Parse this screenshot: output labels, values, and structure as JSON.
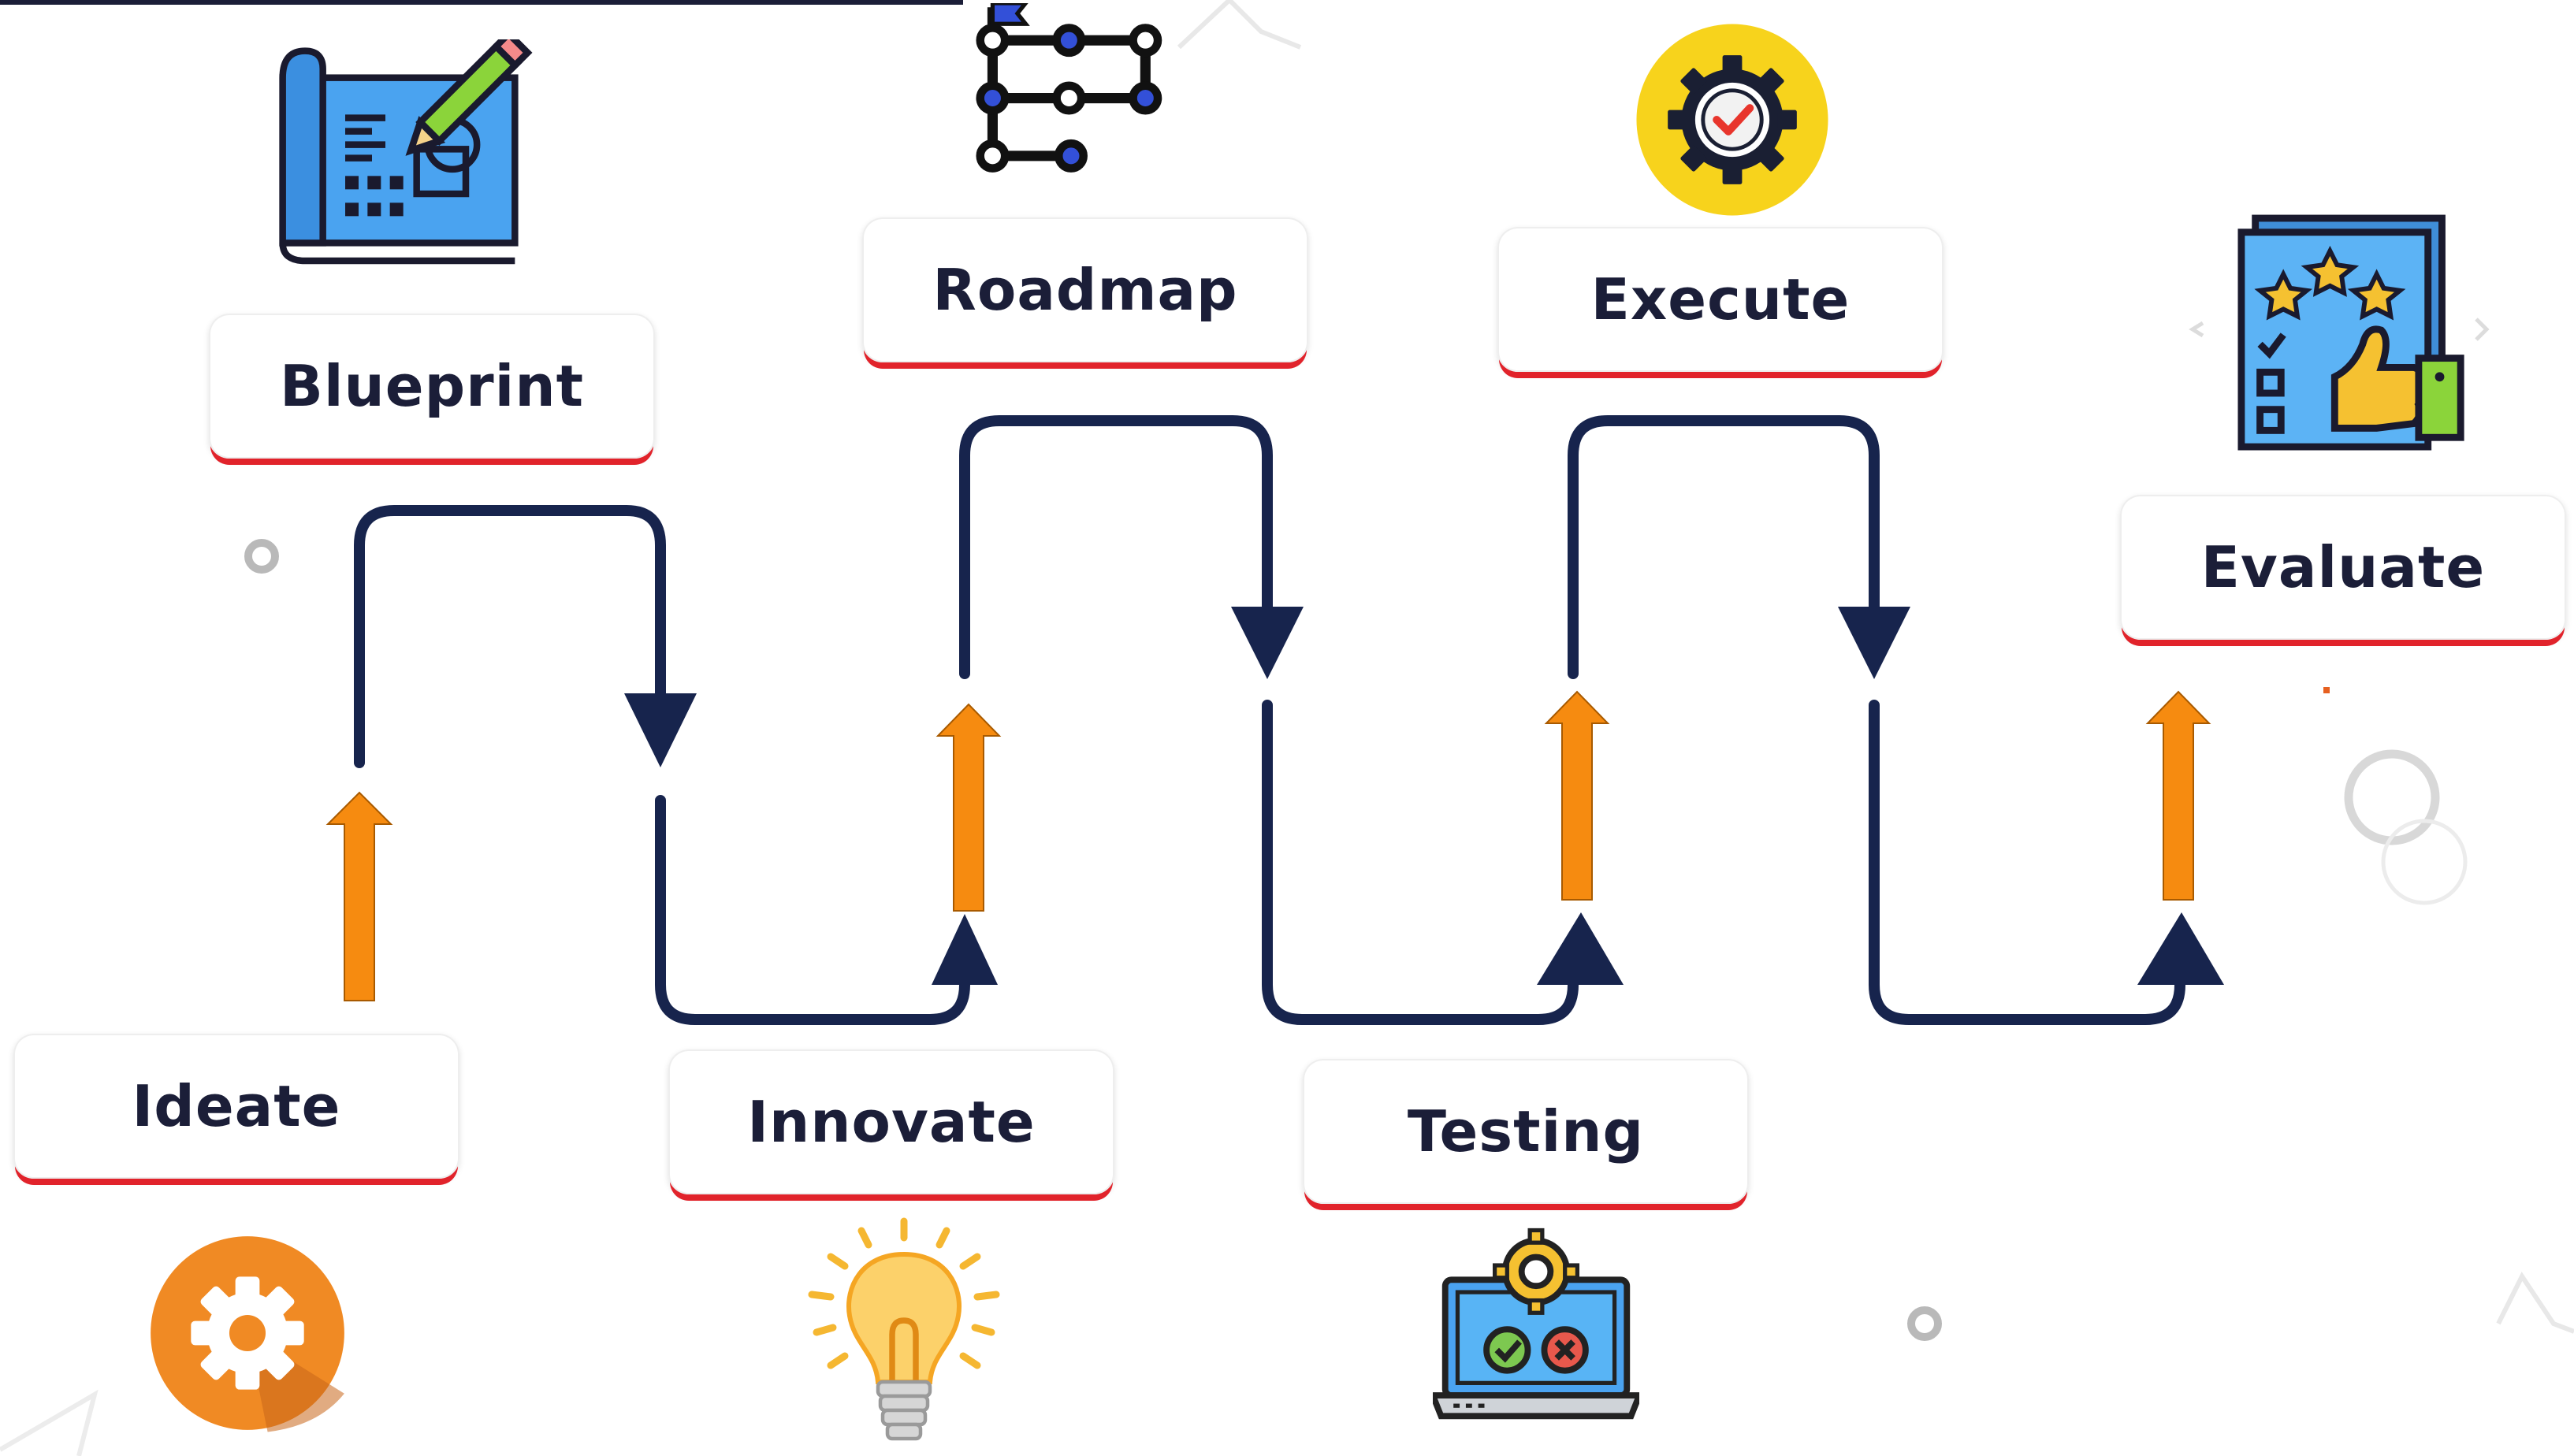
{
  "steps": [
    {
      "label": "Ideate",
      "icon": "gear-icon"
    },
    {
      "label": "Blueprint",
      "icon": "blueprint-icon"
    },
    {
      "label": "Innovate",
      "icon": "lightbulb-icon"
    },
    {
      "label": "Roadmap",
      "icon": "roadmap-icon"
    },
    {
      "label": "Testing",
      "icon": "laptop-testing-icon"
    },
    {
      "label": "Execute",
      "icon": "gear-check-icon"
    },
    {
      "label": "Evaluate",
      "icon": "rating-thumbs-up-icon"
    }
  ],
  "colors": {
    "path": "#17244d",
    "arrow_orange": "#f68b10",
    "label_border": "#e1232b",
    "label_text": "#1b1e38"
  }
}
